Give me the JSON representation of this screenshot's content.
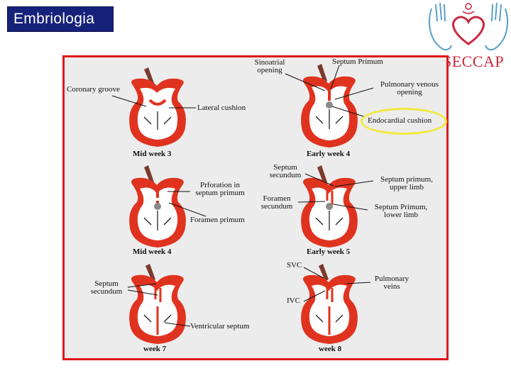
{
  "title": "Embriologia",
  "logo": {
    "text": "SECCAP",
    "icon": "hands-heart-logo-icon"
  },
  "colors": {
    "title_bg": "#16217a",
    "frame": "#e01818",
    "myocardium": "#e0331f",
    "highlight": "#f2e93a"
  },
  "captions": [
    "Mid week 3",
    "Early week 4",
    "Mid week 4",
    "Early week 5",
    "week 7",
    "week 8"
  ],
  "labels": {
    "coronary_groove": "Coronary groove",
    "lateral_cushion": "Lateral cushion",
    "sinoatrial": [
      "Sinoatrial",
      "opening"
    ],
    "septum_primum": "Septum Primum",
    "pulmonary_venous": [
      "Pulmonary venous",
      "opening"
    ],
    "endocardial_cushion": "Endocardial cushion",
    "prforation": [
      "Prforation in",
      "septum primum"
    ],
    "foramen_primum": "Foramen primum",
    "septum_secundum_mid": [
      "Septum",
      "secundum"
    ],
    "foramen_secundum": [
      "Foramen",
      "secundum"
    ],
    "septum_primum_upper": [
      "Septum primum,",
      "upper limb"
    ],
    "septum_primum_lower": [
      "Septum Primum,",
      "lower limb"
    ],
    "septum_secundum_left": [
      "Septum",
      "secundum"
    ],
    "svc": "SVC",
    "ivc": "IVC",
    "pulmonary_veins": [
      "Pulmonary",
      "veins"
    ],
    "ventricular_septum": "Ventricular septum"
  }
}
